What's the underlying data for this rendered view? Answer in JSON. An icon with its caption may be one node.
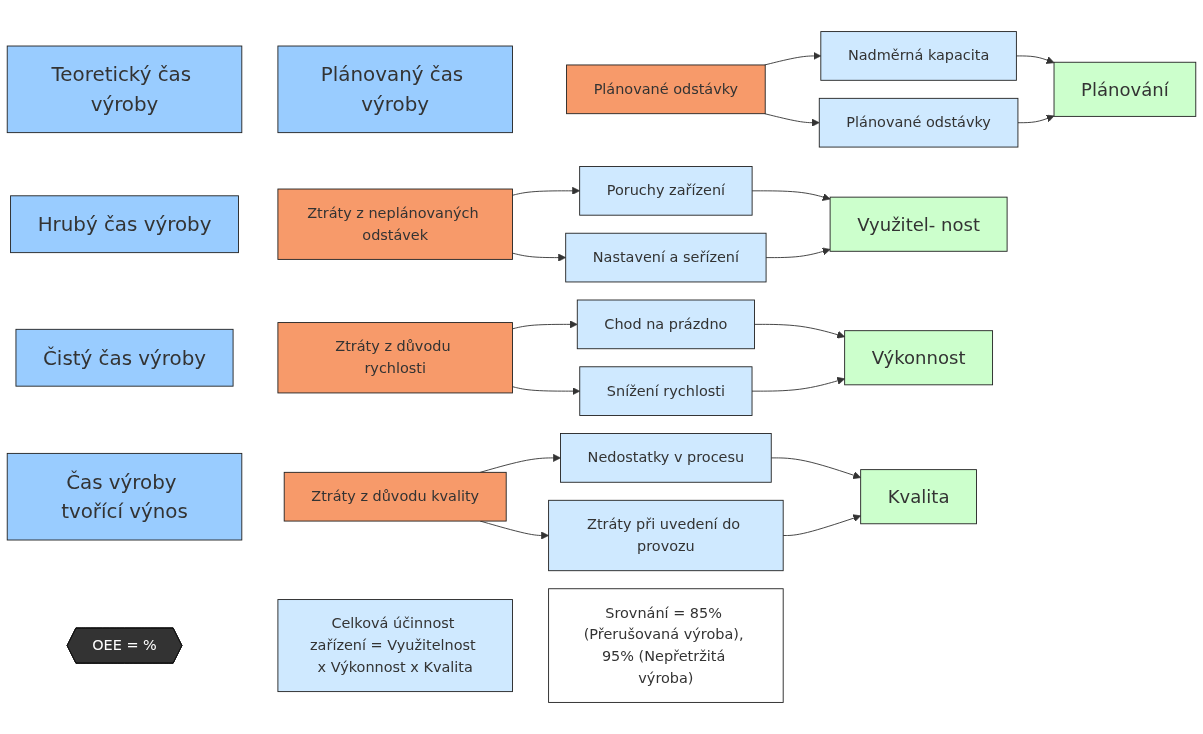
{
  "diagram": {
    "nodes": [
      {
        "text": [
          "Teoretický čas výroby"
        ]
      },
      {
        "text": [
          "Plánovaný čas výroby"
        ]
      },
      {
        "text": [
          "Plánované odstávky"
        ]
      },
      {
        "text": [
          "Nadměrná kapacita"
        ]
      },
      {
        "text": [
          "Plánované odstávky"
        ]
      },
      {
        "text": [
          "Plánování"
        ]
      },
      {
        "text": [
          "Hrubý čas výroby"
        ]
      },
      {
        "text": [
          "Ztráty z neplánovaných odstávek"
        ]
      },
      {
        "text": [
          "Poruchy zařízení"
        ]
      },
      {
        "text": [
          "Nastavení a seřízení"
        ]
      },
      {
        "text": [
          "Využitel- nost"
        ]
      },
      {
        "text": [
          "Čistý čas výroby"
        ]
      },
      {
        "text": [
          "Ztráty z důvodu rychlosti"
        ]
      },
      {
        "text": [
          "Chod na prázdno"
        ]
      },
      {
        "text": [
          "Snížení rychlosti"
        ]
      },
      {
        "text": [
          "Výkonnost"
        ]
      },
      {
        "text": [
          "Čas výroby tvořící výnos"
        ]
      },
      {
        "text": [
          "Ztráty z důvodu kvality"
        ]
      },
      {
        "text": [
          "Nedostatky v procesu"
        ]
      },
      {
        "text": [
          "Ztráty při uvedení do provozu"
        ]
      },
      {
        "text": [
          "Kvalita"
        ]
      },
      {
        "text": [
          "OEE = %"
        ]
      },
      {
        "text": [
          "Celková účinnost zařízení = Využitelnost x Výkonnost x Kvalita"
        ]
      },
      {
        "text": [
          "Srovnání = 85% (Přerušovaná výroba), 95% (Nepřetržitá výroba)"
        ]
      }
    ],
    "edges": [
      {
        "from": 2,
        "to": 3,
        "arrow": "to"
      },
      {
        "from": 2,
        "to": 4,
        "arrow": "to"
      },
      {
        "from": 3,
        "to": 5,
        "arrow": "to"
      },
      {
        "from": 4,
        "to": 5,
        "arrow": "to"
      },
      {
        "from": 7,
        "to": 8,
        "arrow": "to"
      },
      {
        "from": 7,
        "to": 9,
        "arrow": "to"
      },
      {
        "from": 8,
        "to": 10,
        "arrow": "to"
      },
      {
        "from": 9,
        "to": 10,
        "arrow": "to"
      },
      {
        "from": 12,
        "to": 13,
        "arrow": "to"
      },
      {
        "from": 12,
        "to": 14,
        "arrow": "to"
      },
      {
        "from": 13,
        "to": 15,
        "arrow": "to"
      },
      {
        "from": 14,
        "to": 15,
        "arrow": "to"
      },
      {
        "from": 17,
        "to": 18,
        "arrow": "to"
      },
      {
        "from": 17,
        "to": 19,
        "arrow": "to"
      },
      {
        "from": 18,
        "to": 20,
        "arrow": "to"
      },
      {
        "from": 19,
        "to": 20,
        "arrow": "to"
      }
    ]
  }
}
